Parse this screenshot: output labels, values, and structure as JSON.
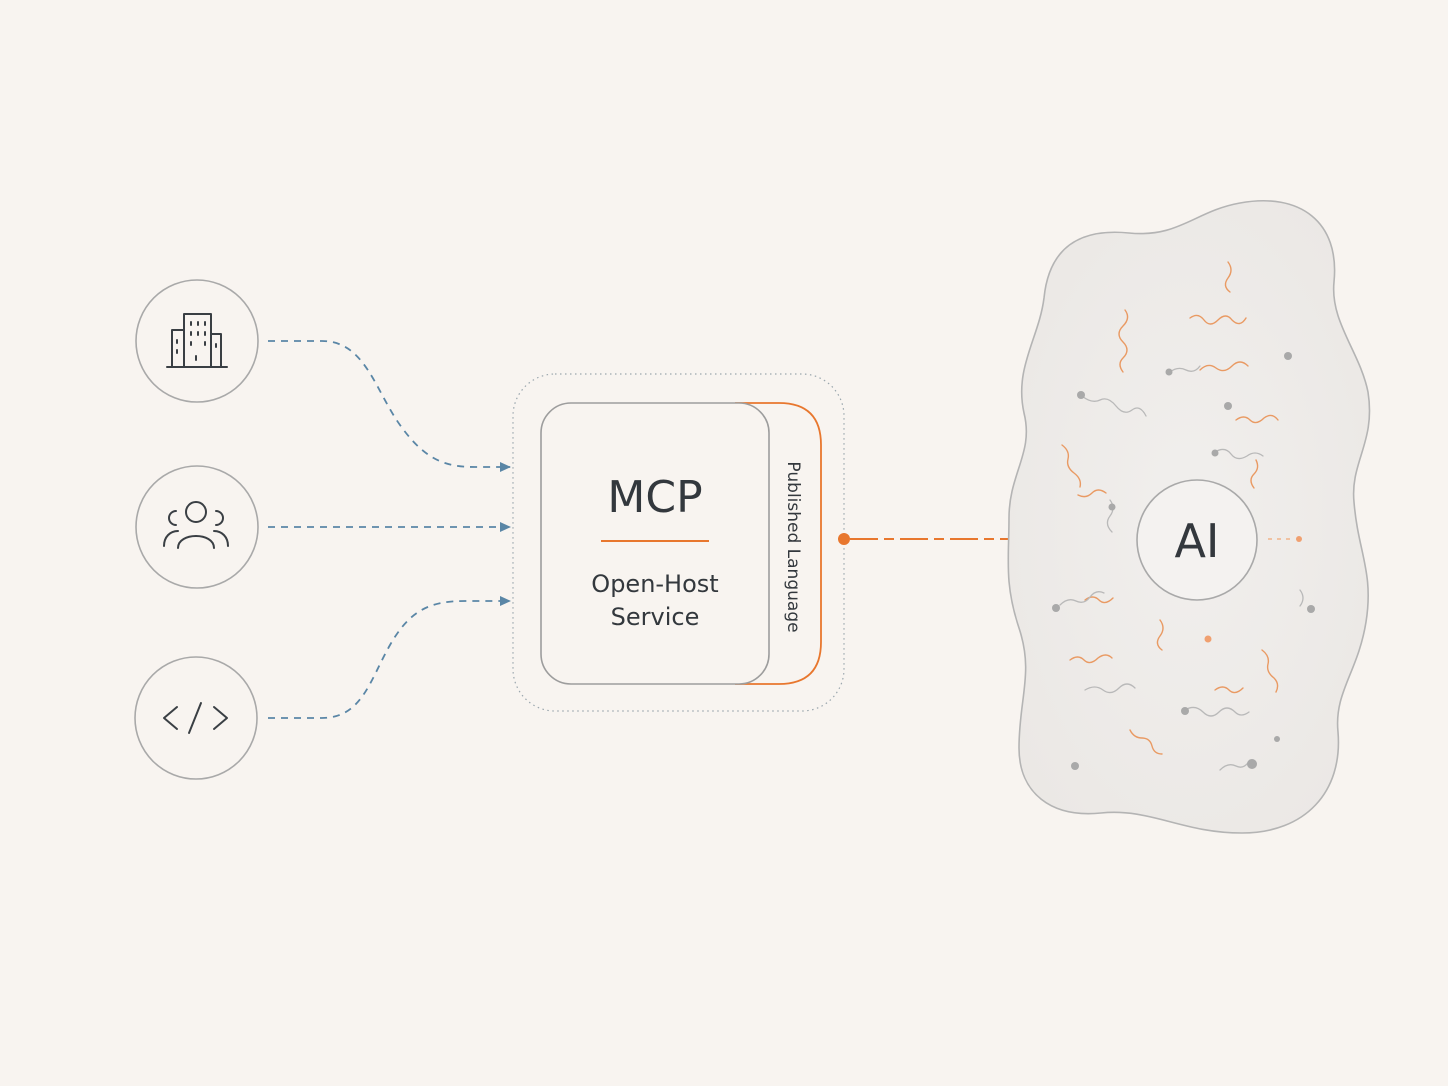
{
  "diagram": {
    "sources": [
      {
        "id": "organization",
        "icon": "building-icon"
      },
      {
        "id": "users",
        "icon": "users-group-icon"
      },
      {
        "id": "developers",
        "icon": "code-icon"
      }
    ],
    "mcp_box": {
      "title": "MCP",
      "subtitle_line1": "Open-Host",
      "subtitle_line2": "Service",
      "side_tab_label": "Published Language"
    },
    "target": {
      "label": "AI"
    },
    "colors": {
      "background": "#f8f4f0",
      "input_arrows": "#5a86a6",
      "accent_orange": "#e8772e",
      "outline_gray": "#a7a7a7",
      "text": "#33383d",
      "cloud_fill": "#f0eeec"
    }
  }
}
